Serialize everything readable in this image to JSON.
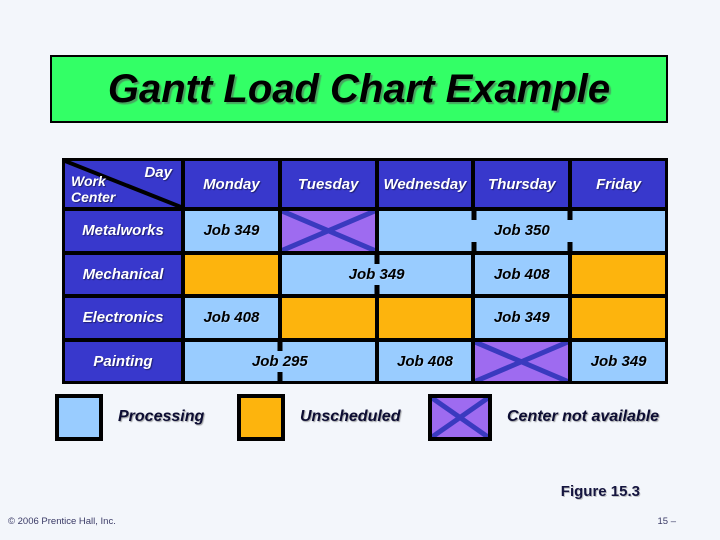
{
  "slide": {
    "title": "Gantt Load Chart Example",
    "figure_caption": "Figure 15.3",
    "copyright": "© 2006 Prentice Hall, Inc.",
    "page_number": "15 –"
  },
  "colors": {
    "slide_bg": "#f3f6fb",
    "title_bg": "#33ff66",
    "header_bg": "#3838cc",
    "processing": "#99ccff",
    "unscheduled": "#fdb40d",
    "not_available": "#9e6bf0",
    "x_stroke": "#3a3abf"
  },
  "chart_data": {
    "type": "table",
    "subtype": "gantt-load-chart",
    "title": "Gantt Load Chart Example",
    "corner": {
      "top": "Day",
      "bottom": "Work Center"
    },
    "columns": [
      "Monday",
      "Tuesday",
      "Wednesday",
      "Thursday",
      "Friday"
    ],
    "rows": [
      {
        "work_center": "Metalworks",
        "cells": [
          {
            "days": [
              "Monday"
            ],
            "span": 1,
            "status": "processing",
            "label": "Job 349"
          },
          {
            "days": [
              "Tuesday"
            ],
            "span": 1,
            "status": "center_not_available",
            "label": ""
          },
          {
            "days": [
              "Wednesday",
              "Thursday",
              "Friday"
            ],
            "span": 3,
            "status": "processing",
            "label": "Job 350"
          }
        ]
      },
      {
        "work_center": "Mechanical",
        "cells": [
          {
            "days": [
              "Monday"
            ],
            "span": 1,
            "status": "unscheduled",
            "label": ""
          },
          {
            "days": [
              "Tuesday",
              "Wednesday"
            ],
            "span": 2,
            "status": "processing",
            "label": "Job 349"
          },
          {
            "days": [
              "Thursday"
            ],
            "span": 1,
            "status": "processing",
            "label": "Job 408"
          },
          {
            "days": [
              "Friday"
            ],
            "span": 1,
            "status": "unscheduled",
            "label": ""
          }
        ]
      },
      {
        "work_center": "Electronics",
        "cells": [
          {
            "days": [
              "Monday"
            ],
            "span": 1,
            "status": "processing",
            "label": "Job 408"
          },
          {
            "days": [
              "Tuesday"
            ],
            "span": 1,
            "status": "unscheduled",
            "label": ""
          },
          {
            "days": [
              "Wednesday"
            ],
            "span": 1,
            "status": "unscheduled",
            "label": ""
          },
          {
            "days": [
              "Thursday"
            ],
            "span": 1,
            "status": "processing",
            "label": "Job 349"
          },
          {
            "days": [
              "Friday"
            ],
            "span": 1,
            "status": "unscheduled",
            "label": ""
          }
        ]
      },
      {
        "work_center": "Painting",
        "cells": [
          {
            "days": [
              "Monday",
              "Tuesday"
            ],
            "span": 2,
            "status": "processing",
            "label": "Job 295"
          },
          {
            "days": [
              "Wednesday"
            ],
            "span": 1,
            "status": "processing",
            "label": "Job 408"
          },
          {
            "days": [
              "Thursday"
            ],
            "span": 1,
            "status": "center_not_available",
            "label": ""
          },
          {
            "days": [
              "Friday"
            ],
            "span": 1,
            "status": "processing",
            "label": "Job 349"
          }
        ]
      }
    ],
    "legend": [
      {
        "status": "processing",
        "label": "Processing"
      },
      {
        "status": "unscheduled",
        "label": "Unscheduled"
      },
      {
        "status": "center_not_available",
        "label": "Center not available"
      }
    ]
  }
}
